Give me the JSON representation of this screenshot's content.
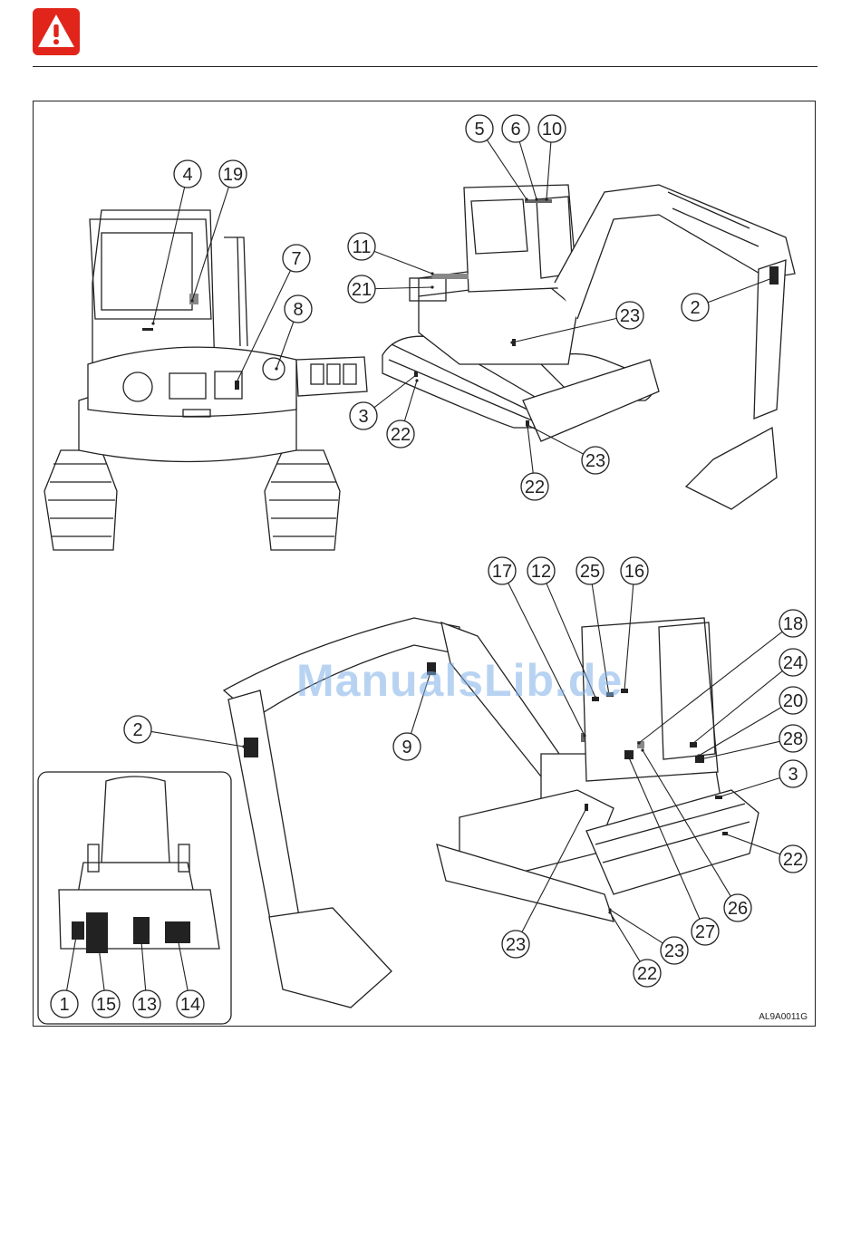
{
  "header": {
    "icon": "warning-icon",
    "icon_color": "#e1251b"
  },
  "figure": {
    "code": "AL9A0011G",
    "watermark": "ManualsLib.de",
    "callouts": [
      {
        "label": "4"
      },
      {
        "label": "19"
      },
      {
        "label": "7"
      },
      {
        "label": "8"
      },
      {
        "label": "5"
      },
      {
        "label": "6"
      },
      {
        "label": "10"
      },
      {
        "label": "11"
      },
      {
        "label": "21"
      },
      {
        "label": "23"
      },
      {
        "label": "2"
      },
      {
        "label": "3"
      },
      {
        "label": "22"
      },
      {
        "label": "23"
      },
      {
        "label": "22"
      },
      {
        "label": "17"
      },
      {
        "label": "12"
      },
      {
        "label": "25"
      },
      {
        "label": "16"
      },
      {
        "label": "18"
      },
      {
        "label": "24"
      },
      {
        "label": "20"
      },
      {
        "label": "28"
      },
      {
        "label": "3"
      },
      {
        "label": "22"
      },
      {
        "label": "2"
      },
      {
        "label": "9"
      },
      {
        "label": "26"
      },
      {
        "label": "27"
      },
      {
        "label": "23"
      },
      {
        "label": "23"
      },
      {
        "label": "22"
      },
      {
        "label": "1"
      },
      {
        "label": "15"
      },
      {
        "label": "13"
      },
      {
        "label": "14"
      }
    ]
  }
}
